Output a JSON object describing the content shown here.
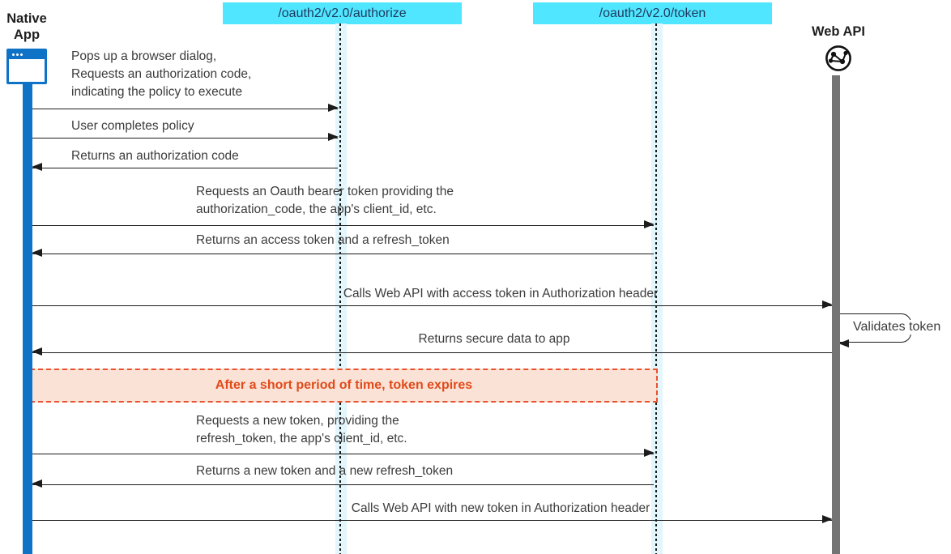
{
  "diagram_type": "sequence-diagram",
  "topic": "OAuth2 native app token flow",
  "colors": {
    "accent_blue": "#0E72C6",
    "endpoint_cyan": "#50E6FF",
    "endpoint_text": "#1E3A5F",
    "lifeline_band": "#E2F6FC",
    "webapi_gray": "#747474",
    "note_bg": "#FAE3D6",
    "note_border": "#E8522E",
    "note_text": "#E14A1A"
  },
  "actors": {
    "native_app": {
      "label": "Native\nApp",
      "icon": "browser-window-icon"
    },
    "authorize": {
      "label": "/oauth2/v2.0/authorize"
    },
    "token": {
      "label": "/oauth2/v2.0/token"
    },
    "web_api": {
      "label": "Web API",
      "icon": "globe-network-icon"
    }
  },
  "messages": [
    {
      "from": "native_app",
      "to": "authorize",
      "direction": "right",
      "text": "Pops up a browser dialog,\nRequests an authorization code,\nindicating the policy to execute"
    },
    {
      "from": "native_app",
      "to": "authorize",
      "direction": "right",
      "text": "User completes policy"
    },
    {
      "from": "authorize",
      "to": "native_app",
      "direction": "left",
      "text": "Returns an authorization code"
    },
    {
      "from": "native_app",
      "to": "token",
      "direction": "right",
      "text": "Requests an Oauth bearer token providing the\nauthorization_code, the app's client_id, etc."
    },
    {
      "from": "token",
      "to": "native_app",
      "direction": "left",
      "text": "Returns an access token and a refresh_token"
    },
    {
      "from": "native_app",
      "to": "web_api",
      "direction": "right",
      "text": "Calls Web API with access token in Authorization header"
    },
    {
      "from": "web_api",
      "to": "web_api",
      "direction": "self",
      "text": "Validates token"
    },
    {
      "from": "web_api",
      "to": "native_app",
      "direction": "left",
      "text": "Returns secure data to app"
    },
    {
      "from": "native_app",
      "to": "token",
      "direction": "right",
      "text": "Requests a new token, providing the\nrefresh_token, the app's client_id, etc."
    },
    {
      "from": "token",
      "to": "native_app",
      "direction": "left",
      "text": "Returns a new token and a new refresh_token"
    },
    {
      "from": "native_app",
      "to": "web_api",
      "direction": "right",
      "text": "Calls Web API with new token in Authorization header"
    }
  ],
  "note": {
    "text": "After a short period of time, token expires"
  }
}
